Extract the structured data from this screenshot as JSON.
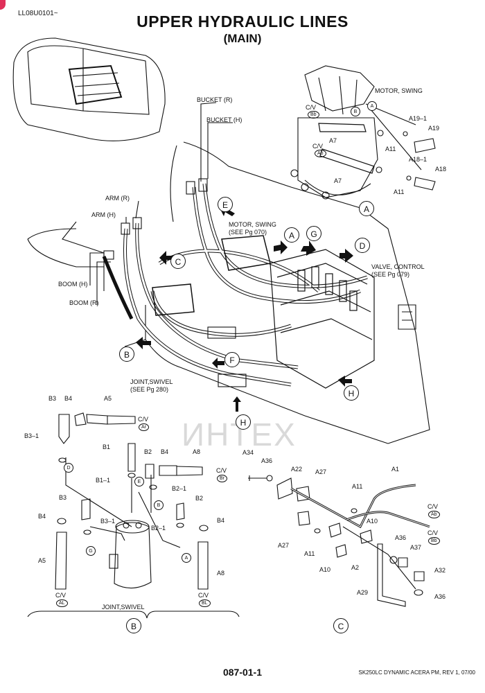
{
  "header": {
    "doc_id": "LL08U0101~",
    "title": "UPPER HYDRAULIC LINES",
    "subtitle": "(MAIN)"
  },
  "watermark": "ИНТЕХ",
  "main_view": {
    "labels": {
      "bucket_r": "BUCKET (R)",
      "bucket_h": "BUCKET (H)",
      "arm_r": "ARM (R)",
      "arm_h": "ARM (H)",
      "boom_h": "BOOM (H)",
      "boom_r": "BOOM (R)",
      "motor_swing": "MOTOR, SWING",
      "motor_swing_ref": "(SEE Pg 070)",
      "valve_control": "VALVE, CONTROL",
      "valve_control_ref": "(SEE Pg 079)",
      "joint_swivel": "JOINT,SWIVEL",
      "joint_swivel_ref": "(SEE Pg 280)"
    },
    "callouts": [
      "A",
      "G",
      "D",
      "E",
      "C",
      "B",
      "F",
      "H",
      "H"
    ]
  },
  "detail_a": {
    "title": "MOTOR, SWING",
    "parts": [
      "A19–1",
      "A19",
      "A7",
      "A11",
      "A18–1",
      "A18",
      "A7",
      "A11"
    ],
    "cv_labels": [
      "C/V",
      "C/V"
    ],
    "ports": [
      "Bb",
      "Ab",
      "B",
      "A"
    ],
    "callout": "A"
  },
  "detail_b": {
    "parts": [
      "B3",
      "B4",
      "A5",
      "B3–1",
      "B1",
      "B2",
      "B4",
      "A8",
      "B1–1",
      "B2–1",
      "B3",
      "B2",
      "B4",
      "B3–1",
      "B2–1",
      "B4",
      "A5",
      "A8"
    ],
    "cv_labels": [
      "C/V",
      "C/V",
      "C/V",
      "C/V"
    ],
    "ports": [
      "Ar",
      "Br",
      "AL",
      "BL"
    ],
    "port_marks": [
      "D",
      "E",
      "B",
      "G",
      "A"
    ],
    "caption": "JOINT,SWIVEL",
    "callout": "B"
  },
  "detail_c": {
    "parts": [
      "A34",
      "A36",
      "A22",
      "A27",
      "A1",
      "A11",
      "A10",
      "A27",
      "A11",
      "A10",
      "A2",
      "A36",
      "A37",
      "A32",
      "A29",
      "A36"
    ],
    "cv_labels": [
      "C/V",
      "C/V"
    ],
    "ports": [
      "Ab",
      "Bb"
    ],
    "callout": "C"
  },
  "footer": {
    "page_number": "087-01-1",
    "revision": "SK250LC DYNAMIC ACERA PM, REV 1, 07/00"
  }
}
